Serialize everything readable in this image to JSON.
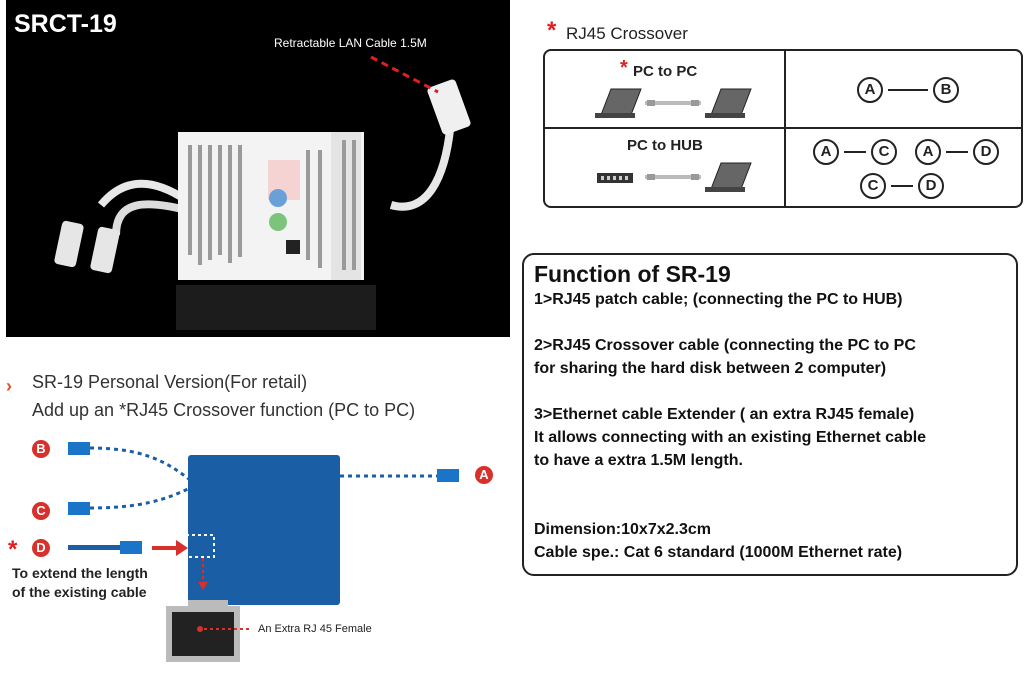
{
  "photo": {
    "title": "SRCT-19",
    "caption": "Retractable LAN Cable 1.5M"
  },
  "crossover": {
    "title": "RJ45 Crossover",
    "row1_label": "PC to PC",
    "row2_label": "PC to HUB",
    "row1_pair": [
      "A",
      "B"
    ],
    "row2_pairs": [
      [
        "A",
        "C"
      ],
      [
        "A",
        "D"
      ],
      [
        "C",
        "D"
      ]
    ]
  },
  "function_box": {
    "title": "Function of SR-19",
    "lines": [
      "1>RJ45 patch cable; (connecting the PC to HUB)",
      "2>RJ45 Crossover cable (connecting the PC to PC",
      "for sharing the hard disk between 2 computer)",
      "3>Ethernet cable Extender ( an extra RJ45 female)",
      "It allows connecting with an existing Ethernet cable",
      "to have a extra 1.5M length.",
      "Dimension:10x7x2.3cm",
      "Cable spe.: Cat 6 standard (1000M Ethernet rate)"
    ]
  },
  "diagram": {
    "line1": "SR-19 Personal Version(For retail)",
    "line2": "Add up an *RJ45 Crossover  function (PC  to PC)",
    "labels": {
      "a": "A",
      "b": "B",
      "c": "C",
      "d": "D"
    },
    "extend_text_1": "To extend the length",
    "extend_text_2": "of the existing cable",
    "female_caption": "An Extra RJ 45 Female"
  },
  "colors": {
    "accent_red": "#d8302a",
    "box_blue": "#1a5fa6"
  }
}
